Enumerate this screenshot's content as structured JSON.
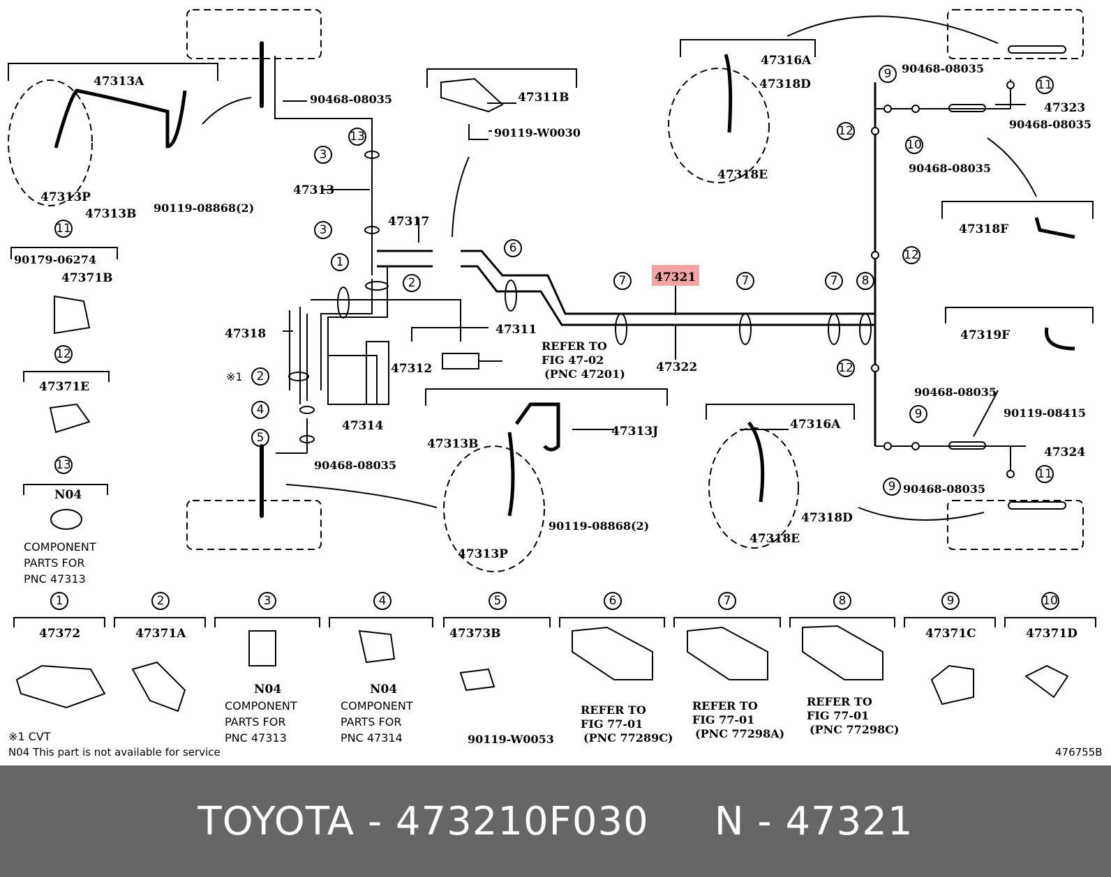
{
  "footer": {
    "text": "TOYOTA - 473210F030     N - 47321"
  },
  "highlight_part": "47321",
  "parts": {
    "p47313A": "47313A",
    "p47313P": "47313P",
    "p47313B": "47313B",
    "p90119_08868_2": "90119-08868(2)",
    "p90468_08035_a": "90468-08035",
    "p47313": "47313",
    "p47317": "47317",
    "p47311B": "47311B",
    "p90119_W0030": "90119-W0030",
    "p47316A_top": "47316A",
    "p47318D_top": "47318D",
    "p47318E_top": "47318E",
    "p90468_08035_b": "90468-08035",
    "p47323": "47323",
    "p90468_08035_c": "90468-08035",
    "p90468_08035_d": "90468-08035",
    "p47318F": "47318F",
    "p90179_06274": "90179-06274",
    "p47371B": "47371B",
    "p47371E": "47371E",
    "pN04_a": "N04",
    "component_parts_a": [
      "COMPONENT",
      "PARTS FOR",
      "PNC 47313"
    ],
    "p47318": "47318",
    "cvt_mark": "※1",
    "p47311": "47311",
    "p47312": "47312",
    "refer_a": [
      "REFER TO",
      "FIG 47-02",
      "(PNC 47201)"
    ],
    "p47321": "47321",
    "p47322": "47322",
    "p47314": "47314",
    "p90468_08035_e": "90468-08035",
    "p47313B_mid": "47313B",
    "p47313J": "47313J",
    "p47313P_mid": "47313P",
    "p90119_08868_mid": "90119-08868(2)",
    "p47316A_mid": "47316A",
    "p47318D_mid": "47318D",
    "p47318E_mid": "47318E",
    "p47319F": "47319F",
    "p90119_08415": "90119-08415",
    "p90468_08035_f": "90468-08035",
    "p47324": "47324",
    "p90468_08035_g": "90468-08035"
  },
  "bottom_parts": [
    {
      "num": "1",
      "label": "47372"
    },
    {
      "num": "2",
      "label": "47371A"
    },
    {
      "num": "3",
      "label": "N04",
      "note": [
        "COMPONENT",
        "PARTS FOR",
        "PNC 47313"
      ]
    },
    {
      "num": "4",
      "label": "N04",
      "note": [
        "COMPONENT",
        "PARTS FOR",
        "PNC 47314"
      ]
    },
    {
      "num": "5",
      "label": "47373B",
      "sub": "90119-W0053"
    },
    {
      "num": "6",
      "label": "",
      "refer": [
        "REFER TO",
        "FIG 77-01",
        "(PNC 77289C)"
      ]
    },
    {
      "num": "7",
      "label": "",
      "refer": [
        "REFER TO",
        "FIG 77-01",
        "(PNC 77298A)"
      ]
    },
    {
      "num": "8",
      "label": "",
      "refer": [
        "REFER TO",
        "FIG 77-01",
        "(PNC 77298C)"
      ]
    },
    {
      "num": "9",
      "label": "47371C"
    },
    {
      "num": "10",
      "label": "47371D"
    }
  ],
  "notes": {
    "cvt": "※1 CVT",
    "n04": "N04 This part is not available for service",
    "diagram_id": "476755B"
  }
}
